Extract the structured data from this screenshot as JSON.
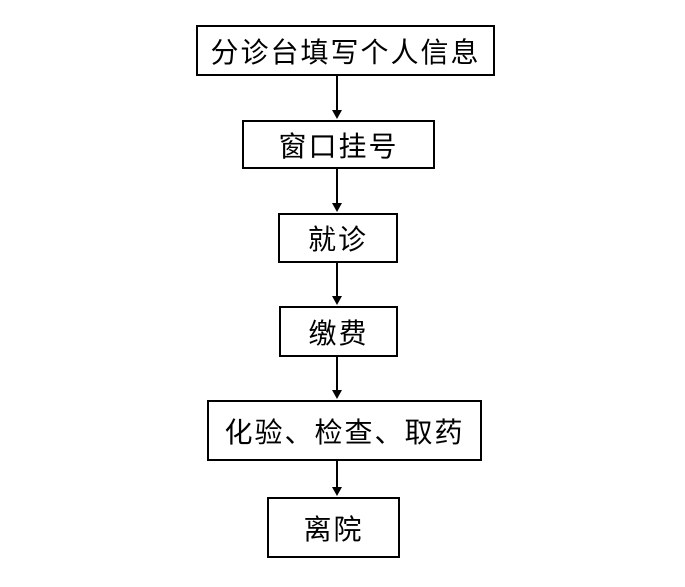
{
  "flowchart": {
    "description": "Hospital outpatient visit process flowchart",
    "steps": [
      {
        "id": "step-1",
        "label": "分诊台填写个人信息"
      },
      {
        "id": "step-2",
        "label": "窗口挂号"
      },
      {
        "id": "step-3",
        "label": "就诊"
      },
      {
        "id": "step-4",
        "label": "缴费"
      },
      {
        "id": "step-5",
        "label": "化验、检查、取药"
      },
      {
        "id": "step-6",
        "label": "离院"
      }
    ],
    "connections": [
      {
        "from": "step-1",
        "to": "step-2",
        "type": "arrow-down"
      },
      {
        "from": "step-2",
        "to": "step-3",
        "type": "arrow-down"
      },
      {
        "from": "step-3",
        "to": "step-4",
        "type": "arrow-down"
      },
      {
        "from": "step-4",
        "to": "step-5",
        "type": "arrow-down"
      },
      {
        "from": "step-5",
        "to": "step-6",
        "type": "arrow-down"
      }
    ],
    "colors": {
      "background": "#ffffff",
      "box_border": "#000000",
      "box_fill": "#ffffff",
      "text": "#000000",
      "arrow": "#000000"
    }
  }
}
